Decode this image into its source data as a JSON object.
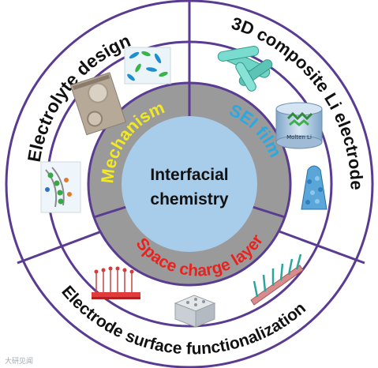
{
  "center": {
    "line1": "Interfacial",
    "line2": "chemistry"
  },
  "inner_ring": {
    "mechanism": "Mechanism",
    "sei_film": "SEI film",
    "space_charge_layer": "Space charge layer"
  },
  "outer_ring": {
    "electrolyte_design": "Electrolyte design",
    "composite_electrode": "3D composite Li electrode",
    "surface_functionalization": "Electrode surface functionalization"
  },
  "thumbnails": {
    "molten_li_label": "Molten Li"
  },
  "watermark": "大研见闻",
  "colors": {
    "ring_border": "#5a3b92",
    "inner_ring_fill": "#9a9a9a",
    "center_fill": "#a8cdea",
    "mechanism_text": "#f2ea1e",
    "sei_text": "#29a9e1",
    "space_charge_text": "#e8221e",
    "outer_text": "#111111"
  }
}
